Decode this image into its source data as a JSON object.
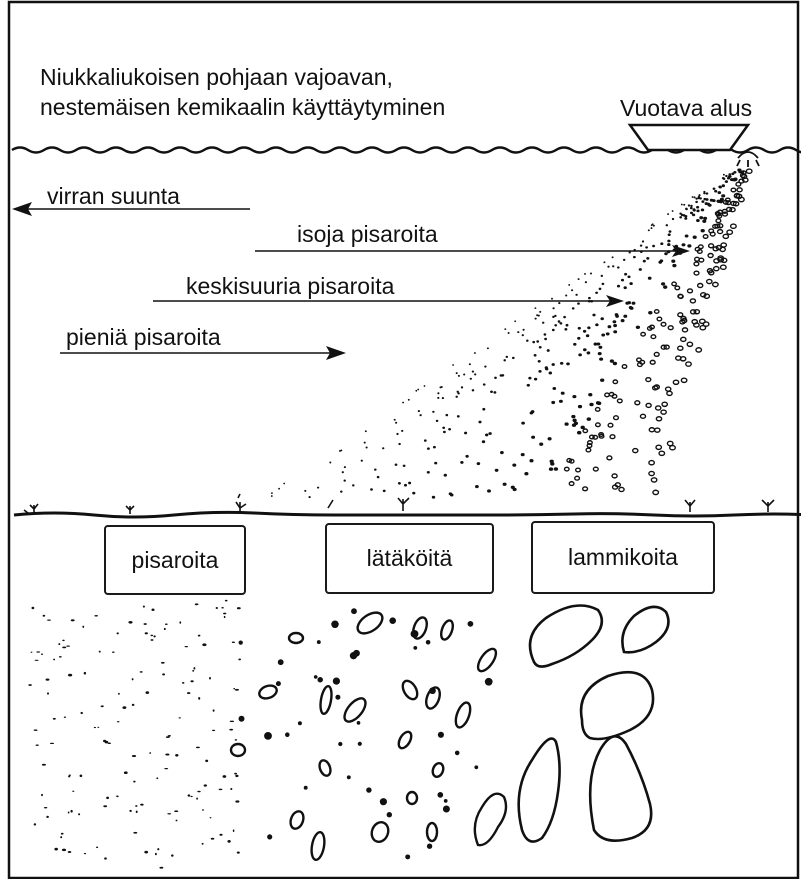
{
  "title_line1": "Niukkaliukoisen pohjaan vajoavan,",
  "title_line2": "nestemäisen kemikaalin käyttäytyminen",
  "ship_label": "Vuotava alus",
  "current_label": "virran suunta",
  "droplet_labels": {
    "large": "isoja pisaroita",
    "medium": "keskisuuria pisaroita",
    "small": "pieniä pisaroita"
  },
  "bottom_boxes": {
    "droplets": "pisaroita",
    "puddles": "lätäköitä",
    "ponds": "lammikoita"
  },
  "colors": {
    "ink": "#111111",
    "background": "#ffffff"
  }
}
